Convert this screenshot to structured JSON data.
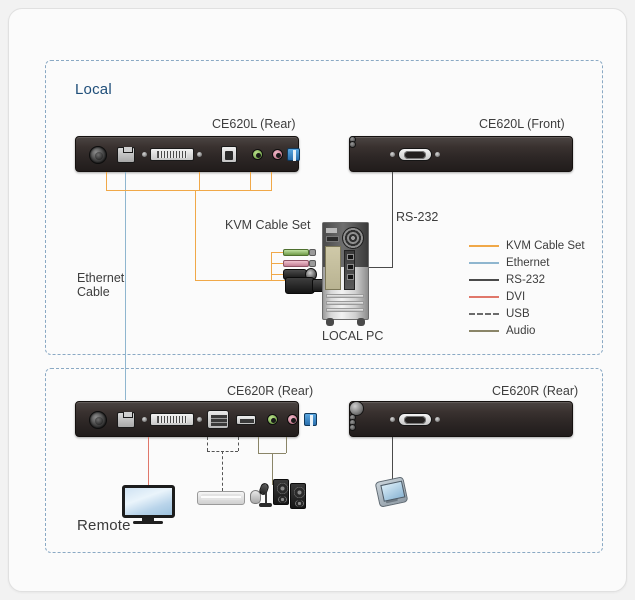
{
  "diagram": {
    "zones": [
      {
        "id": "local",
        "label": "Local"
      },
      {
        "id": "remote",
        "label": "Remote"
      }
    ],
    "devices": [
      {
        "id": "ce620l-rear",
        "title": "CE620L (Rear)"
      },
      {
        "id": "ce620l-front",
        "title": "CE620L (Front)"
      },
      {
        "id": "ce620r-rear",
        "title": "CE620R (Rear)"
      },
      {
        "id": "ce620r-front",
        "title": "CE620R (Rear)"
      }
    ],
    "cable_labels": [
      {
        "id": "kvm-cable-set",
        "text": "KVM Cable Set"
      },
      {
        "id": "ethernet-cable-line1",
        "text": "Ethernet"
      },
      {
        "id": "ethernet-cable-line2",
        "text": "Cable"
      },
      {
        "id": "rs232",
        "text": "RS-232"
      }
    ],
    "nodes": [
      {
        "id": "local-pc",
        "label": "LOCAL PC"
      }
    ],
    "legend": {
      "items": [
        {
          "label": "KVM Cable Set",
          "color": "#f0a848",
          "style": "solid"
        },
        {
          "label": "Ethernet",
          "color": "#8fb6cf",
          "style": "solid"
        },
        {
          "label": "RS-232",
          "color": "#4a4a4a",
          "style": "solid"
        },
        {
          "label": "DVI",
          "color": "#e0776a",
          "style": "solid"
        },
        {
          "label": "USB",
          "color": "#6b6b6b",
          "style": "dashed"
        },
        {
          "label": "Audio",
          "color": "#8a8568",
          "style": "solid"
        }
      ]
    },
    "colors": {
      "zone_border": "#8aa9c4",
      "local_label": "#1f4e79",
      "remote_label": "#3a3a3a",
      "card_background": "#fbfbfb",
      "page_background": "#f2f2f2"
    }
  }
}
